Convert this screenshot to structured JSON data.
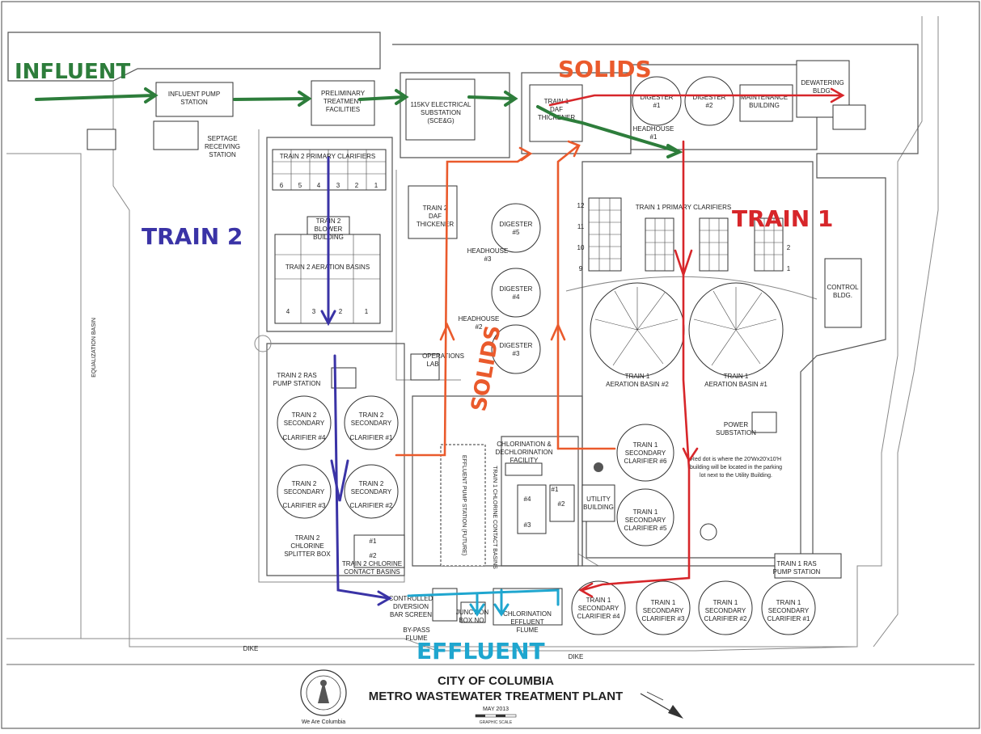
{
  "annotations": {
    "influent": "INFLUENT",
    "solids_top": "SOLIDS",
    "solids_mid": "SOLIDS",
    "train2": "TRAIN 2",
    "train1": "TRAIN 1",
    "effluent": "EFFLUENT"
  },
  "annotation_colors": {
    "influent": "#2d7d3b",
    "solids": "#ea5a2c",
    "train1": "#d7262a",
    "train2": "#3a33a6",
    "effluent": "#1fa6cf"
  },
  "labels": {
    "influent_pump_1": "INFLUENT PUMP",
    "influent_pump_2": "STATION",
    "prelim_1": "PRELIMINARY",
    "prelim_2": "TREATMENT",
    "prelim_3": "FACILITIES",
    "substation_1": "115KV ELECTRICAL",
    "substation_2": "SUBSTATION",
    "substation_3": "(SCE&G)",
    "t1_daf_1": "TRAIN 1",
    "t1_daf_2": "DAF",
    "t1_daf_3": "THICKENER",
    "digester1_1": "DIGESTER",
    "digester1_2": "#1",
    "digester2_1": "DIGESTER",
    "digester2_2": "#2",
    "headhouse1_1": "HEADHOUSE",
    "headhouse1_2": "#1",
    "maintenance_1": "MAINTENANCE",
    "maintenance_2": "BUILDING",
    "dewatering_1": "DEWATERING",
    "dewatering_2": "BLDG.",
    "septage_1": "SEPTAGE",
    "septage_2": "RECEIVING",
    "septage_3": "STATION",
    "t2_primary": "TRAIN 2 PRIMARY CLARIFIERS",
    "t2_primary_cells": [
      "6",
      "5",
      "4",
      "3",
      "2",
      "1"
    ],
    "t2_blower_1": "TRAIN 2",
    "t2_blower_2": "BLOWER",
    "t2_blower_3": "BUILDING",
    "t2_aeration": "TRAIN 2 AERATION BASINS",
    "t2_aeration_cells": [
      "4",
      "3",
      "2",
      "1"
    ],
    "t2_daf_1": "TRAIN 2",
    "t2_daf_2": "DAF",
    "t2_daf_3": "THICKENER",
    "digester5_1": "DIGESTER",
    "digester5_2": "#5",
    "headhouse3_1": "HEADHOUSE",
    "headhouse3_2": "#3",
    "digester4_1": "DIGESTER",
    "digester4_2": "#4",
    "headhouse2_1": "HEADHOUSE",
    "headhouse2_2": "#2",
    "digester3_1": "DIGESTER",
    "digester3_2": "#3",
    "operations_1": "OPERATIONS",
    "operations_2": "LAB",
    "t1_primary": "TRAIN 1 PRIMARY CLARIFIERS",
    "t1_primary_nums_left": [
      "12",
      "11",
      "10",
      "9"
    ],
    "t1_primary_nums_right": [
      "2",
      "1"
    ],
    "control_1": "CONTROL",
    "control_2": "BLDG.",
    "t1_aer2_1": "TRAIN 1",
    "t1_aer2_2": "AERATION BASIN #2",
    "t1_aer1_1": "TRAIN 1",
    "t1_aer1_2": "AERATION BASIN #1",
    "power_1": "POWER",
    "power_2": "SUBSTATION",
    "equalization": "EQUALIZATION BASIN",
    "t2_ras_1": "TRAIN 2 RAS",
    "t2_ras_2": "PUMP STATION",
    "t2_sc4": [
      "TRAIN 2",
      "SECONDARY",
      "CLARIFIER #4"
    ],
    "t2_sc1": [
      "TRAIN 2",
      "SECONDARY",
      "CLARIFIER #1"
    ],
    "t2_sc3": [
      "TRAIN 2",
      "SECONDARY",
      "CLARIFIER #3"
    ],
    "t2_sc2": [
      "TRAIN 2",
      "SECONDARY",
      "CLARIFIER #2"
    ],
    "t2_splitter_1": "TRAIN 2",
    "t2_splitter_2": "CHLORINE",
    "t2_splitter_3": "SPLITTER BOX",
    "t2_contact_a": "#1",
    "t2_contact_b": "#2",
    "t2_contact": "TRAIN 2 CHLORINE",
    "t2_contact_2": "CONTACT BASINS",
    "effluent_pump": "EFFLUENT PUMP STATION (FUTURE)",
    "chlorination_1": "CHLORINATION &",
    "chlorination_2": "DECHLORINATION",
    "chlorination_3": "FACILITY",
    "t1_contact": "TRAIN 1 CHLORINE CONTACT BASINS",
    "t1_contact_cells": [
      "#4",
      "#3",
      "#1",
      "#2"
    ],
    "utility_1": "UTILITY",
    "utility_2": "BUILDING",
    "t1_sc6": [
      "TRAIN 1",
      "SECONDARY",
      "CLARIFIER #6"
    ],
    "t1_sc5": [
      "TRAIN 1",
      "SECONDARY",
      "CLARIFIER #5"
    ],
    "note_1": "Red dot is where the 20'Wx20'x10'H",
    "note_2": "building will be located in the parking",
    "note_3": "lot next to the Utility Building.",
    "t1_ras_1": "TRAIN 1 RAS",
    "t1_ras_2": "PUMP STATION",
    "t1_sc4": [
      "TRAIN 1",
      "SECONDARY",
      "CLARIFIER #4"
    ],
    "t1_sc3": [
      "TRAIN 1",
      "SECONDARY",
      "CLARIFIER #3"
    ],
    "t1_sc2": [
      "TRAIN 1",
      "SECONDARY",
      "CLARIFIER #2"
    ],
    "t1_sc1": [
      "TRAIN 1",
      "SECONDARY",
      "CLARIFIER #1"
    ],
    "diversion_1": "CONTROLLED",
    "diversion_2": "DIVERSION",
    "diversion_3": "BAR SCREEN",
    "junction_1": "JUNCTION",
    "junction_2": "BOX NO.",
    "bypass_1": "BY-PASS",
    "bypass_2": "FLUME",
    "eff_flume_1": "CHLORINATION",
    "eff_flume_2": "EFFLUENT",
    "eff_flume_3": "FLUME",
    "dike_left": "DIKE",
    "dike_right": "DIKE"
  },
  "title_block": {
    "line1": "CITY OF COLUMBIA",
    "line2": "METRO WASTEWATER TREATMENT PLANT",
    "date": "MAY 2013",
    "seal_caption": "We Are Columbia",
    "scale_caption": "GRAPHIC SCALE"
  }
}
